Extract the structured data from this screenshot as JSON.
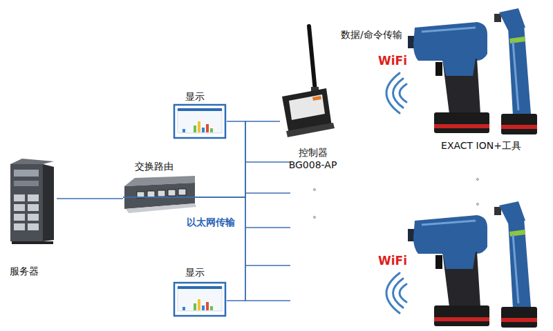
{
  "diagram": {
    "nodes": [
      {
        "text": [
          "显示"
        ]
      },
      {
        "text": [
          "控制器",
          "BG008-AP"
        ]
      },
      {
        "text": [
          "交换路由"
        ]
      },
      {
        "text": [
          "服务器"
        ]
      },
      {
        "text": [
          "显示"
        ]
      },
      {
        "text": [
          "EXACT ION+工具"
        ]
      }
    ],
    "edges": [
      {
        "from": 3,
        "to": 2,
        "arrow": "none"
      },
      {
        "from": 2,
        "to": 0,
        "arrow": "none"
      },
      {
        "from": 2,
        "to": 1,
        "arrow": "none"
      },
      {
        "from": 2,
        "to": 4,
        "arrow": "none"
      }
    ],
    "labels": [
      "数据/命令传输",
      "WiFi",
      "WiFi",
      "以太网传输",
      "。",
      "。",
      "。",
      "。"
    ]
  }
}
